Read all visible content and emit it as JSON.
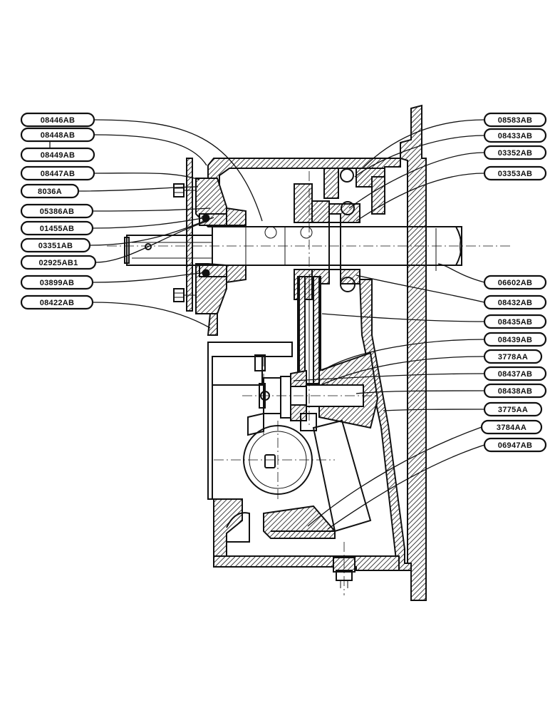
{
  "labels_left": [
    {
      "text": "08446AB"
    },
    {
      "text": "08448AB"
    },
    {
      "text": "08449AB"
    },
    {
      "text": "08447AB"
    },
    {
      "text": "8036A"
    },
    {
      "text": "05386AB"
    },
    {
      "text": "01455AB"
    },
    {
      "text": "03351AB"
    },
    {
      "text": "02925AB1"
    },
    {
      "text": "03899AB"
    },
    {
      "text": "08422AB"
    }
  ],
  "labels_right": [
    {
      "text": "08583AB"
    },
    {
      "text": "08433AB"
    },
    {
      "text": "03352AB"
    },
    {
      "text": "03353AB"
    },
    {
      "text": "06602AB"
    },
    {
      "text": "08432AB"
    },
    {
      "text": "08435AB"
    },
    {
      "text": "08439AB"
    },
    {
      "text": "3778AA"
    },
    {
      "text": "08437AB"
    },
    {
      "text": "08438AB"
    },
    {
      "text": "3775AA"
    },
    {
      "text": "3784AA"
    },
    {
      "text": "06947AB"
    }
  ]
}
